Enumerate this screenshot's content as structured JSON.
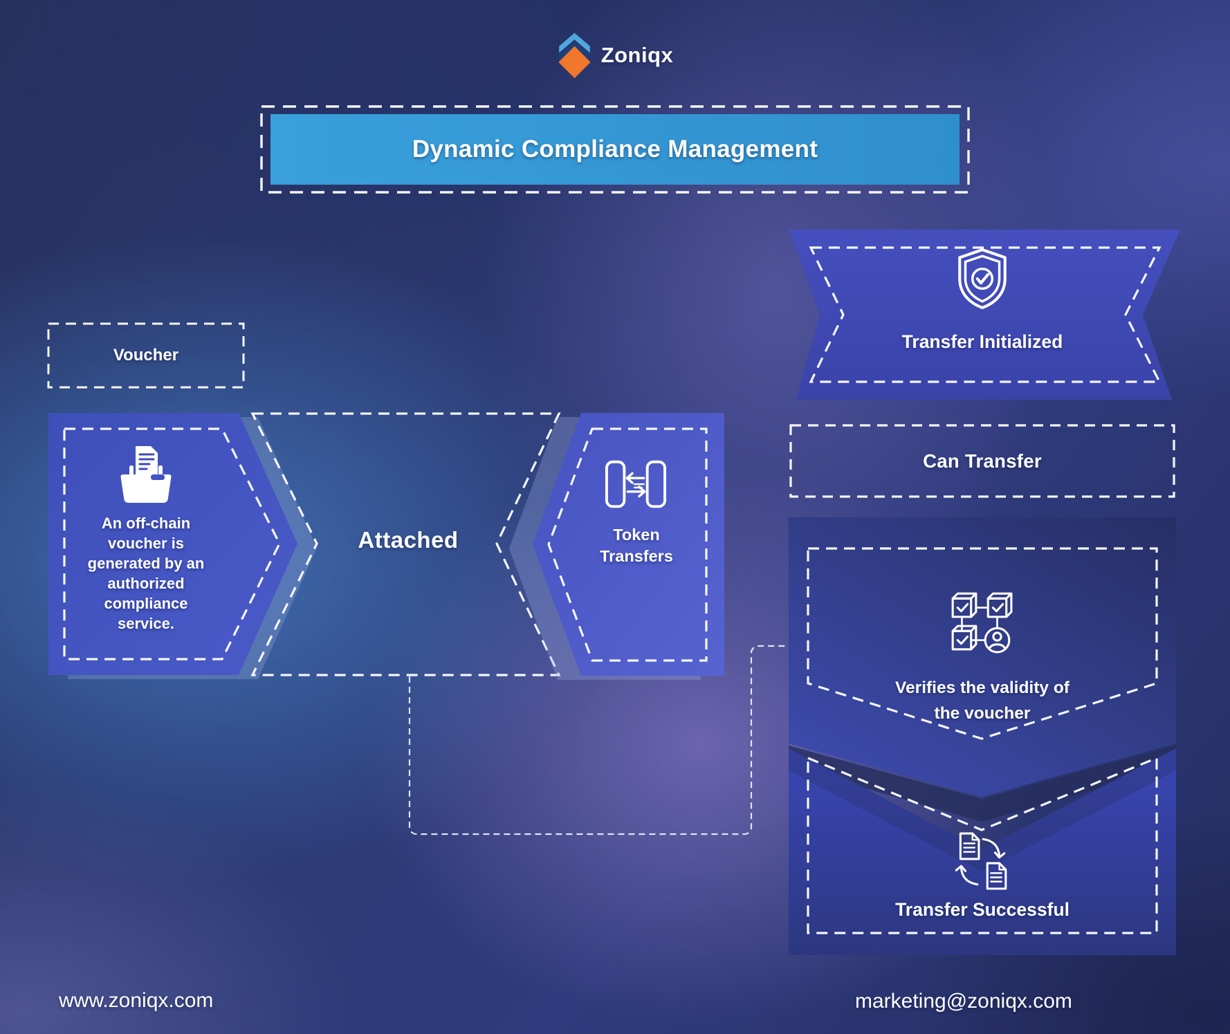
{
  "brand": {
    "name": "Zoniqx",
    "logo_icon": "zoniqx-diamond-logo",
    "colors": {
      "diamond_orange": "#F0772C",
      "chevron_light_blue": "#4FA8DD",
      "chevron_navy": "#1E3F78"
    }
  },
  "header": {
    "title": "Dynamic Compliance Management",
    "title_bar_color": "#3399D6"
  },
  "voucher_flow": {
    "voucher_label": "Voucher",
    "generation_step": {
      "icon": "folder-document-icon",
      "text": "An off-chain\nvoucher is\ngenerated by an\nauthorized\ncompliance\nservice."
    },
    "attached_label": "Attached",
    "token_transfers_step": {
      "icon": "token-transfer-icon",
      "label": "Token\nTransfers"
    }
  },
  "transfer_flow": {
    "transfer_initialized": {
      "icon": "shield-check-icon",
      "label": "Transfer Initialized"
    },
    "can_transfer_label": "Can Transfer",
    "verification_step": {
      "icon": "verification-network-icon",
      "label": "Verifies the validity of\nthe voucher"
    },
    "transfer_successful": {
      "icon": "document-sync-icon",
      "label": "Transfer Successful"
    }
  },
  "footer": {
    "website": "www.zoniqx.com",
    "email": "marketing@zoniqx.com"
  },
  "shape_colors": {
    "solid_box_blue": "#4152BE",
    "banner_blue": "#3F49B5",
    "card_navy": "#273168",
    "card_bright_blue": "#3946B4",
    "dashed_border": "#F3F6FC"
  }
}
